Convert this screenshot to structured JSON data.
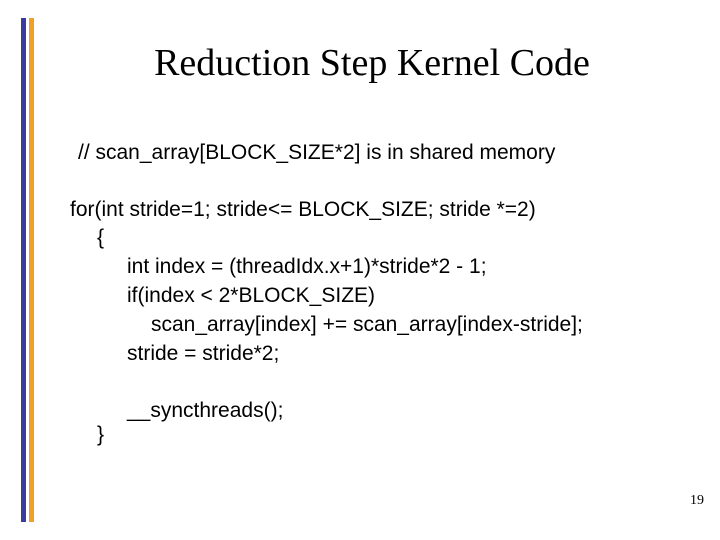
{
  "slide": {
    "title": "Reduction Step Kernel Code",
    "page_number": "19"
  },
  "code": {
    "comment": "// scan_array[BLOCK_SIZE*2] is in shared memory",
    "lines": [
      {
        "text": "for(int stride=1; stride<= BLOCK_SIZE; stride *=2)"
      },
      {
        "text": "{"
      },
      {
        "text": "int index = (threadIdx.x+1)*stride*2 - 1;"
      },
      {
        "text": "if(index < 2*BLOCK_SIZE)"
      },
      {
        "text": "scan_array[index] += scan_array[index-stride];"
      },
      {
        "text": "stride = stride*2;"
      },
      {
        "text": "__syncthreads();"
      },
      {
        "text": "}"
      }
    ]
  },
  "colors": {
    "background": "#ffffff",
    "text": "#000000",
    "stripe_blue": "#3b3ba0",
    "stripe_orange": "#f0a125"
  }
}
